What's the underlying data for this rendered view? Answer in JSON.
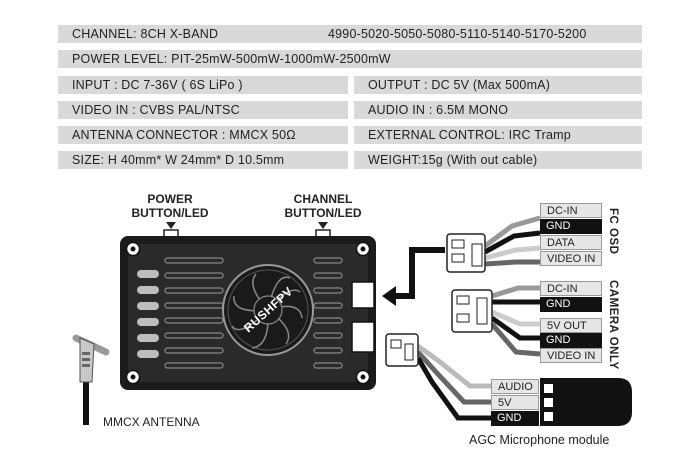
{
  "specs": {
    "channel_label": "CHANNEL: 8CH  X-BAND",
    "channel_freqs": "4990-5020-5050-5080-5110-5140-5170-5200",
    "power_level": "POWER LEVEL: PIT-25mW-500mW-1000mW-2500mW",
    "input": "INPUT : DC 7-36V ( 6S LiPo )",
    "output": "OUTPUT : DC 5V  (Max 500mA)",
    "video_in": "VIDEO IN : CVBS PAL/NTSC",
    "audio_in": "AUDIO IN : 6.5M MONO",
    "antenna_connector": "ANTENNA CONNECTOR : MMCX  50Ω",
    "external_control": "EXTERNAL CONTROL: IRC Tramp",
    "size": "SIZE: H 40mm* W 24mm* D 10.5mm",
    "weight": "WEIGHT:15g (With out cable)"
  },
  "diagram": {
    "power_label_1": "POWER",
    "power_label_2": "BUTTON/LED",
    "channel_label_1": "CHANNEL",
    "channel_label_2": "BUTTON/LED",
    "brand": "RUSHFPV",
    "antenna_label": "MMCX ANTENNA",
    "fc_osd_group": "FC OSD",
    "camera_only_group": "CAMERA ONLY",
    "fc_osd_wires": [
      "DC-IN",
      "GND",
      "DATA",
      "VIDEO IN"
    ],
    "camera_wires_top": [
      "DC-IN",
      "GND"
    ],
    "camera_wires_bottom": [
      "5V OUT",
      "GND",
      "VIDEO IN"
    ],
    "mic_wires": [
      "AUDIO",
      "5V",
      "GND"
    ],
    "mic_module_label": "AGC Microphone module"
  }
}
